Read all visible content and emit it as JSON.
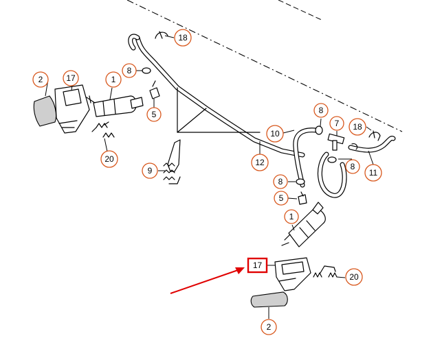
{
  "colors": {
    "callout_stroke": "#d8571c",
    "highlight": "#e00000",
    "line": "#000000",
    "background": "#ffffff"
  },
  "callouts": {
    "c18_top": "18",
    "c8_top": "8",
    "c2_left": "2",
    "c17_left": "17",
    "c1_top": "1",
    "c5_top": "5",
    "c20_left": "20",
    "c9": "9",
    "c8_right": "8",
    "c7": "7",
    "c18_right": "18",
    "c10": "10",
    "c12": "12",
    "c8_right_low": "8",
    "c11": "11",
    "c8_mid": "8",
    "c5_mid": "5",
    "c1_bottom": "1",
    "c17_bottom": "17",
    "c20_bottom": "20",
    "c2_bottom": "2"
  },
  "highlighted_callout": "17",
  "arrow": {
    "color": "#e00000",
    "icon": "red-pointer-arrow"
  }
}
